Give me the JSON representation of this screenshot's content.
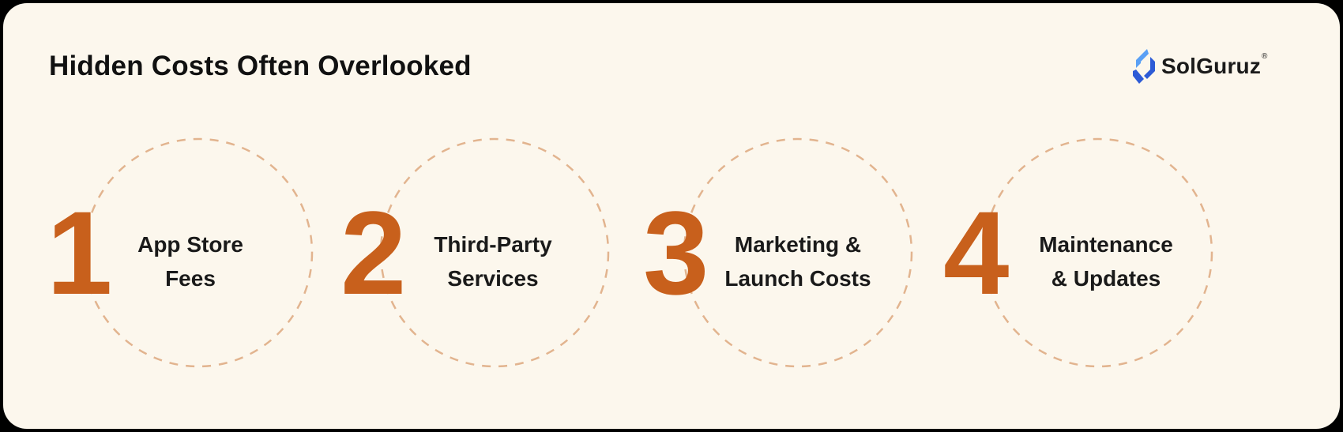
{
  "title": "Hidden Costs Often Overlooked",
  "brand": {
    "name": "SolGuruz",
    "registered_mark": "®",
    "colors": {
      "dark": "#2d5bd6",
      "light": "#5aa0f5"
    }
  },
  "colors": {
    "number": "#c8601c",
    "circle_dash": "#e2b48f",
    "background": "#fcf7ed"
  },
  "steps": [
    {
      "number": "1",
      "label_lines": [
        "App Store",
        "Fees"
      ]
    },
    {
      "number": "2",
      "label_lines": [
        "Third-Party",
        "Services"
      ]
    },
    {
      "number": "3",
      "label_lines": [
        "Marketing &",
        "Launch Costs"
      ]
    },
    {
      "number": "4",
      "label_lines": [
        "Maintenance",
        "& Updates"
      ]
    }
  ]
}
